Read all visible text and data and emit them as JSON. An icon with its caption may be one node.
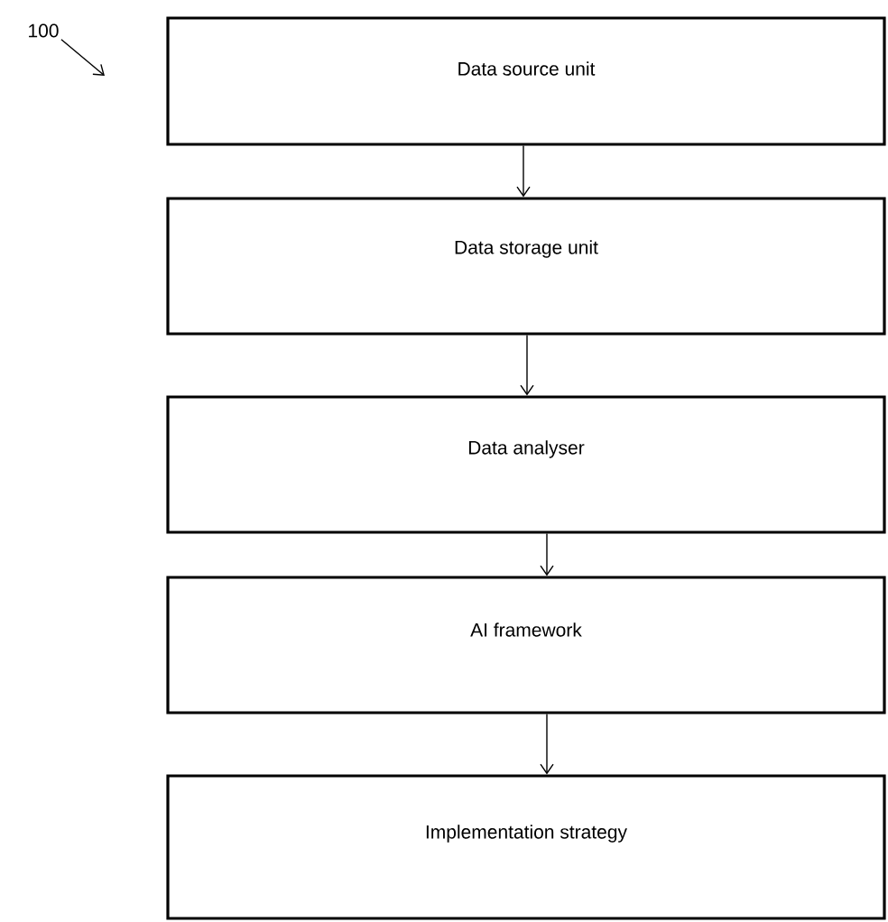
{
  "diagram": {
    "nodes": [
      {
        "text": [
          "100"
        ]
      },
      {
        "text": [
          "Data source unit"
        ]
      },
      {
        "text": [
          "Data storage unit"
        ]
      },
      {
        "text": [
          "Data analyser"
        ]
      },
      {
        "text": [
          "AI framework"
        ]
      },
      {
        "text": [
          "Implementation strategy"
        ]
      }
    ],
    "edges": [
      {
        "from": 0,
        "to": null,
        "arrow": "to"
      },
      {
        "from": 1,
        "to": 2,
        "arrow": "to"
      },
      {
        "from": 2,
        "to": 3,
        "arrow": "to"
      },
      {
        "from": 3,
        "to": 4,
        "arrow": "to"
      },
      {
        "from": 4,
        "to": 5,
        "arrow": "to"
      }
    ]
  }
}
